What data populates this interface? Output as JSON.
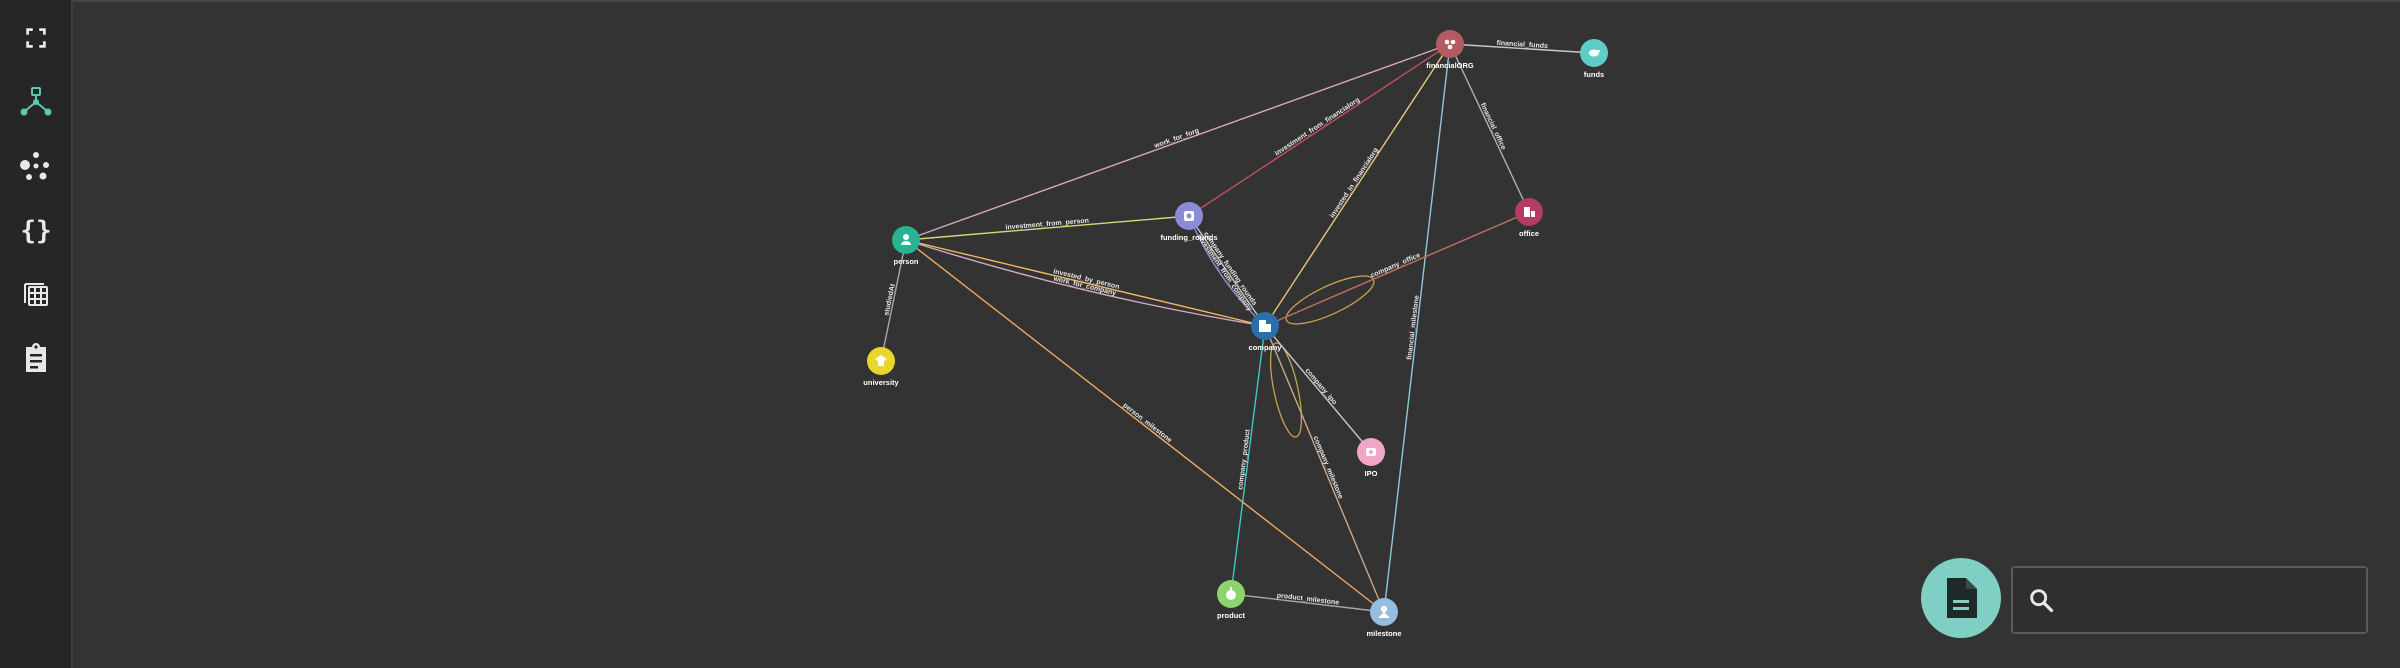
{
  "sidebar": {
    "items": [
      {
        "icon": "fullscreen-icon",
        "active": false
      },
      {
        "icon": "graph-view-icon",
        "active": true
      },
      {
        "icon": "cluster-layout-icon",
        "active": false
      },
      {
        "icon": "json-braces-icon",
        "active": false
      },
      {
        "icon": "table-view-icon",
        "active": false
      },
      {
        "icon": "clipboard-report-icon",
        "active": false
      }
    ],
    "accent_color": "#5ec6b4"
  },
  "graph": {
    "nodes": [
      {
        "id": "financialORG",
        "label": "financialORG",
        "color": "#b55a62"
      },
      {
        "id": "funds",
        "label": "funds",
        "color": "#5ecdc7"
      },
      {
        "id": "office",
        "label": "office",
        "color": "#b33d62"
      },
      {
        "id": "funding_rounds",
        "label": "funding_rounds",
        "color": "#8b8cd8"
      },
      {
        "id": "person",
        "label": "person",
        "color": "#27b394"
      },
      {
        "id": "company",
        "label": "company",
        "color": "#2b6fa8"
      },
      {
        "id": "university",
        "label": "university",
        "color": "#e9d62d"
      },
      {
        "id": "IPO",
        "label": "IPO",
        "color": "#f2a6c6"
      },
      {
        "id": "product",
        "label": "product",
        "color": "#8ed46e"
      },
      {
        "id": "milestone",
        "label": "milestone",
        "color": "#94bde0"
      }
    ],
    "edges": [
      {
        "label": "financial_funds"
      },
      {
        "label": "work_for_forg"
      },
      {
        "label": "investment_from_financialorg"
      },
      {
        "label": "financial_office"
      },
      {
        "label": "invested_in_financialorg"
      },
      {
        "label": "financial_milestone"
      },
      {
        "label": "investment_from_person"
      },
      {
        "label": "invested_by_person"
      },
      {
        "label": "work_for_company"
      },
      {
        "label": "company_office"
      },
      {
        "label": "company_funding_rounds"
      },
      {
        "label": "investment_from_company"
      },
      {
        "label": "company_ipo"
      },
      {
        "label": "company_product"
      },
      {
        "label": "company_milestone"
      },
      {
        "label": "product_milestone"
      },
      {
        "label": "person_milestone"
      },
      {
        "label": "studiedAt"
      }
    ]
  },
  "document_button": {
    "icon": "document-icon",
    "color": "#7fcfc5"
  },
  "search": {
    "placeholder": "",
    "value": "",
    "icon": "search-icon"
  }
}
